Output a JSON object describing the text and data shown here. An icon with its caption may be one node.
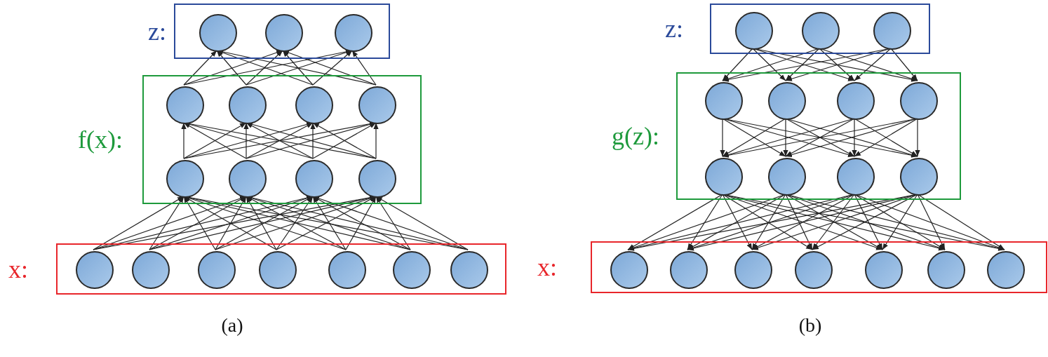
{
  "diagram": {
    "nodes": [
      {
        "text": [
          "z:"
        ]
      },
      {
        "text": [],
        "shape": "circle",
        "in": 0
      },
      {
        "text": [],
        "shape": "circle",
        "in": 0
      },
      {
        "text": [],
        "shape": "circle",
        "in": 0
      },
      {
        "text": [
          "f(x):"
        ]
      },
      {
        "text": [],
        "shape": "circle",
        "in": 4
      },
      {
        "text": [],
        "shape": "circle",
        "in": 4
      },
      {
        "text": [],
        "shape": "circle",
        "in": 4
      },
      {
        "text": [],
        "shape": "circle",
        "in": 4
      },
      {
        "text": [],
        "shape": "circle",
        "in": 4
      },
      {
        "text": [],
        "shape": "circle",
        "in": 4
      },
      {
        "text": [],
        "shape": "circle",
        "in": 4
      },
      {
        "text": [],
        "shape": "circle",
        "in": 4
      },
      {
        "text": [
          "x:"
        ]
      },
      {
        "text": [],
        "shape": "circle",
        "in": 13
      },
      {
        "text": [],
        "shape": "circle",
        "in": 13
      },
      {
        "text": [],
        "shape": "circle",
        "in": 13
      },
      {
        "text": [],
        "shape": "circle",
        "in": 13
      },
      {
        "text": [],
        "shape": "circle",
        "in": 13
      },
      {
        "text": [],
        "shape": "circle",
        "in": 13
      },
      {
        "text": [],
        "shape": "circle",
        "in": 13
      },
      {
        "text": [
          "z:"
        ]
      },
      {
        "text": [],
        "shape": "circle",
        "in": 21
      },
      {
        "text": [],
        "shape": "circle",
        "in": 21
      },
      {
        "text": [],
        "shape": "circle",
        "in": 21
      },
      {
        "text": [
          "g(z):"
        ]
      },
      {
        "text": [],
        "shape": "circle",
        "in": 25
      },
      {
        "text": [],
        "shape": "circle",
        "in": 25
      },
      {
        "text": [],
        "shape": "circle",
        "in": 25
      },
      {
        "text": [],
        "shape": "circle",
        "in": 25
      },
      {
        "text": [],
        "shape": "circle",
        "in": 25
      },
      {
        "text": [],
        "shape": "circle",
        "in": 25
      },
      {
        "text": [],
        "shape": "circle",
        "in": 25
      },
      {
        "text": [],
        "shape": "circle",
        "in": 25
      },
      {
        "text": [
          "x:"
        ]
      },
      {
        "text": [],
        "shape": "circle",
        "in": 34
      },
      {
        "text": [],
        "shape": "circle",
        "in": 34
      },
      {
        "text": [],
        "shape": "circle",
        "in": 34
      },
      {
        "text": [],
        "shape": "circle",
        "in": 34
      },
      {
        "text": [],
        "shape": "circle",
        "in": 34
      },
      {
        "text": [],
        "shape": "circle",
        "in": 34
      },
      {
        "text": [],
        "shape": "circle",
        "in": 34
      }
    ],
    "edges": [
      {
        "from": 14,
        "to": 9,
        "arrow": "to"
      },
      {
        "from": 14,
        "to": 10,
        "arrow": "to"
      },
      {
        "from": 14,
        "to": 11,
        "arrow": "to"
      },
      {
        "from": 14,
        "to": 12,
        "arrow": "to"
      },
      {
        "from": 15,
        "to": 9,
        "arrow": "to"
      },
      {
        "from": 15,
        "to": 10,
        "arrow": "to"
      },
      {
        "from": 15,
        "to": 11,
        "arrow": "to"
      },
      {
        "from": 15,
        "to": 12,
        "arrow": "to"
      },
      {
        "from": 16,
        "to": 9,
        "arrow": "to"
      },
      {
        "from": 16,
        "to": 10,
        "arrow": "to"
      },
      {
        "from": 16,
        "to": 11,
        "arrow": "to"
      },
      {
        "from": 16,
        "to": 12,
        "arrow": "to"
      },
      {
        "from": 17,
        "to": 9,
        "arrow": "to"
      },
      {
        "from": 17,
        "to": 10,
        "arrow": "to"
      },
      {
        "from": 17,
        "to": 11,
        "arrow": "to"
      },
      {
        "from": 17,
        "to": 12,
        "arrow": "to"
      },
      {
        "from": 18,
        "to": 9,
        "arrow": "to"
      },
      {
        "from": 18,
        "to": 10,
        "arrow": "to"
      },
      {
        "from": 18,
        "to": 11,
        "arrow": "to"
      },
      {
        "from": 18,
        "to": 12,
        "arrow": "to"
      },
      {
        "from": 19,
        "to": 9,
        "arrow": "to"
      },
      {
        "from": 19,
        "to": 10,
        "arrow": "to"
      },
      {
        "from": 19,
        "to": 11,
        "arrow": "to"
      },
      {
        "from": 19,
        "to": 12,
        "arrow": "to"
      },
      {
        "from": 20,
        "to": 9,
        "arrow": "to"
      },
      {
        "from": 20,
        "to": 10,
        "arrow": "to"
      },
      {
        "from": 20,
        "to": 11,
        "arrow": "to"
      },
      {
        "from": 20,
        "to": 12,
        "arrow": "to"
      },
      {
        "from": 9,
        "to": 5,
        "arrow": "to"
      },
      {
        "from": 9,
        "to": 6,
        "arrow": "to"
      },
      {
        "from": 9,
        "to": 7,
        "arrow": "to"
      },
      {
        "from": 9,
        "to": 8,
        "arrow": "to"
      },
      {
        "from": 10,
        "to": 5,
        "arrow": "to"
      },
      {
        "from": 10,
        "to": 6,
        "arrow": "to"
      },
      {
        "from": 10,
        "to": 7,
        "arrow": "to"
      },
      {
        "from": 10,
        "to": 8,
        "arrow": "to"
      },
      {
        "from": 11,
        "to": 5,
        "arrow": "to"
      },
      {
        "from": 11,
        "to": 6,
        "arrow": "to"
      },
      {
        "from": 11,
        "to": 7,
        "arrow": "to"
      },
      {
        "from": 11,
        "to": 8,
        "arrow": "to"
      },
      {
        "from": 12,
        "to": 5,
        "arrow": "to"
      },
      {
        "from": 12,
        "to": 6,
        "arrow": "to"
      },
      {
        "from": 12,
        "to": 7,
        "arrow": "to"
      },
      {
        "from": 12,
        "to": 8,
        "arrow": "to"
      },
      {
        "from": 5,
        "to": 1,
        "arrow": "to"
      },
      {
        "from": 5,
        "to": 2,
        "arrow": "to"
      },
      {
        "from": 5,
        "to": 3,
        "arrow": "to"
      },
      {
        "from": 6,
        "to": 1,
        "arrow": "to"
      },
      {
        "from": 6,
        "to": 2,
        "arrow": "to"
      },
      {
        "from": 6,
        "to": 3,
        "arrow": "to"
      },
      {
        "from": 7,
        "to": 1,
        "arrow": "to"
      },
      {
        "from": 7,
        "to": 2,
        "arrow": "to"
      },
      {
        "from": 7,
        "to": 3,
        "arrow": "to"
      },
      {
        "from": 8,
        "to": 1,
        "arrow": "to"
      },
      {
        "from": 8,
        "to": 2,
        "arrow": "to"
      },
      {
        "from": 8,
        "to": 3,
        "arrow": "to"
      },
      {
        "from": 22,
        "to": 26,
        "arrow": "to"
      },
      {
        "from": 22,
        "to": 27,
        "arrow": "to"
      },
      {
        "from": 22,
        "to": 28,
        "arrow": "to"
      },
      {
        "from": 22,
        "to": 29,
        "arrow": "to"
      },
      {
        "from": 23,
        "to": 26,
        "arrow": "to"
      },
      {
        "from": 23,
        "to": 27,
        "arrow": "to"
      },
      {
        "from": 23,
        "to": 28,
        "arrow": "to"
      },
      {
        "from": 23,
        "to": 29,
        "arrow": "to"
      },
      {
        "from": 24,
        "to": 26,
        "arrow": "to"
      },
      {
        "from": 24,
        "to": 27,
        "arrow": "to"
      },
      {
        "from": 24,
        "to": 28,
        "arrow": "to"
      },
      {
        "from": 24,
        "to": 29,
        "arrow": "to"
      },
      {
        "from": 26,
        "to": 30,
        "arrow": "to"
      },
      {
        "from": 26,
        "to": 31,
        "arrow": "to"
      },
      {
        "from": 26,
        "to": 32,
        "arrow": "to"
      },
      {
        "from": 26,
        "to": 33,
        "arrow": "to"
      },
      {
        "from": 27,
        "to": 30,
        "arrow": "to"
      },
      {
        "from": 27,
        "to": 31,
        "arrow": "to"
      },
      {
        "from": 27,
        "to": 32,
        "arrow": "to"
      },
      {
        "from": 27,
        "to": 33,
        "arrow": "to"
      },
      {
        "from": 28,
        "to": 30,
        "arrow": "to"
      },
      {
        "from": 28,
        "to": 31,
        "arrow": "to"
      },
      {
        "from": 28,
        "to": 32,
        "arrow": "to"
      },
      {
        "from": 28,
        "to": 33,
        "arrow": "to"
      },
      {
        "from": 29,
        "to": 30,
        "arrow": "to"
      },
      {
        "from": 29,
        "to": 31,
        "arrow": "to"
      },
      {
        "from": 29,
        "to": 32,
        "arrow": "to"
      },
      {
        "from": 29,
        "to": 33,
        "arrow": "to"
      },
      {
        "from": 30,
        "to": 35,
        "arrow": "to"
      },
      {
        "from": 30,
        "to": 36,
        "arrow": "to"
      },
      {
        "from": 30,
        "to": 37,
        "arrow": "to"
      },
      {
        "from": 30,
        "to": 38,
        "arrow": "to"
      },
      {
        "from": 30,
        "to": 39,
        "arrow": "to"
      },
      {
        "from": 30,
        "to": 40,
        "arrow": "to"
      },
      {
        "from": 30,
        "to": 41,
        "arrow": "to"
      },
      {
        "from": 31,
        "to": 35,
        "arrow": "to"
      },
      {
        "from": 31,
        "to": 36,
        "arrow": "to"
      },
      {
        "from": 31,
        "to": 37,
        "arrow": "to"
      },
      {
        "from": 31,
        "to": 38,
        "arrow": "to"
      },
      {
        "from": 31,
        "to": 39,
        "arrow": "to"
      },
      {
        "from": 31,
        "to": 40,
        "arrow": "to"
      },
      {
        "from": 31,
        "to": 41,
        "arrow": "to"
      },
      {
        "from": 32,
        "to": 35,
        "arrow": "to"
      },
      {
        "from": 32,
        "to": 36,
        "arrow": "to"
      },
      {
        "from": 32,
        "to": 37,
        "arrow": "to"
      },
      {
        "from": 32,
        "to": 38,
        "arrow": "to"
      },
      {
        "from": 32,
        "to": 39,
        "arrow": "to"
      },
      {
        "from": 32,
        "to": 40,
        "arrow": "to"
      },
      {
        "from": 32,
        "to": 41,
        "arrow": "to"
      },
      {
        "from": 33,
        "to": 35,
        "arrow": "to"
      },
      {
        "from": 33,
        "to": 36,
        "arrow": "to"
      },
      {
        "from": 33,
        "to": 37,
        "arrow": "to"
      },
      {
        "from": 33,
        "to": 38,
        "arrow": "to"
      },
      {
        "from": 33,
        "to": 39,
        "arrow": "to"
      },
      {
        "from": 33,
        "to": 40,
        "arrow": "to"
      },
      {
        "from": 33,
        "to": 41,
        "arrow": "to"
      }
    ],
    "labels": [
      "(a)",
      "(b)"
    ]
  }
}
